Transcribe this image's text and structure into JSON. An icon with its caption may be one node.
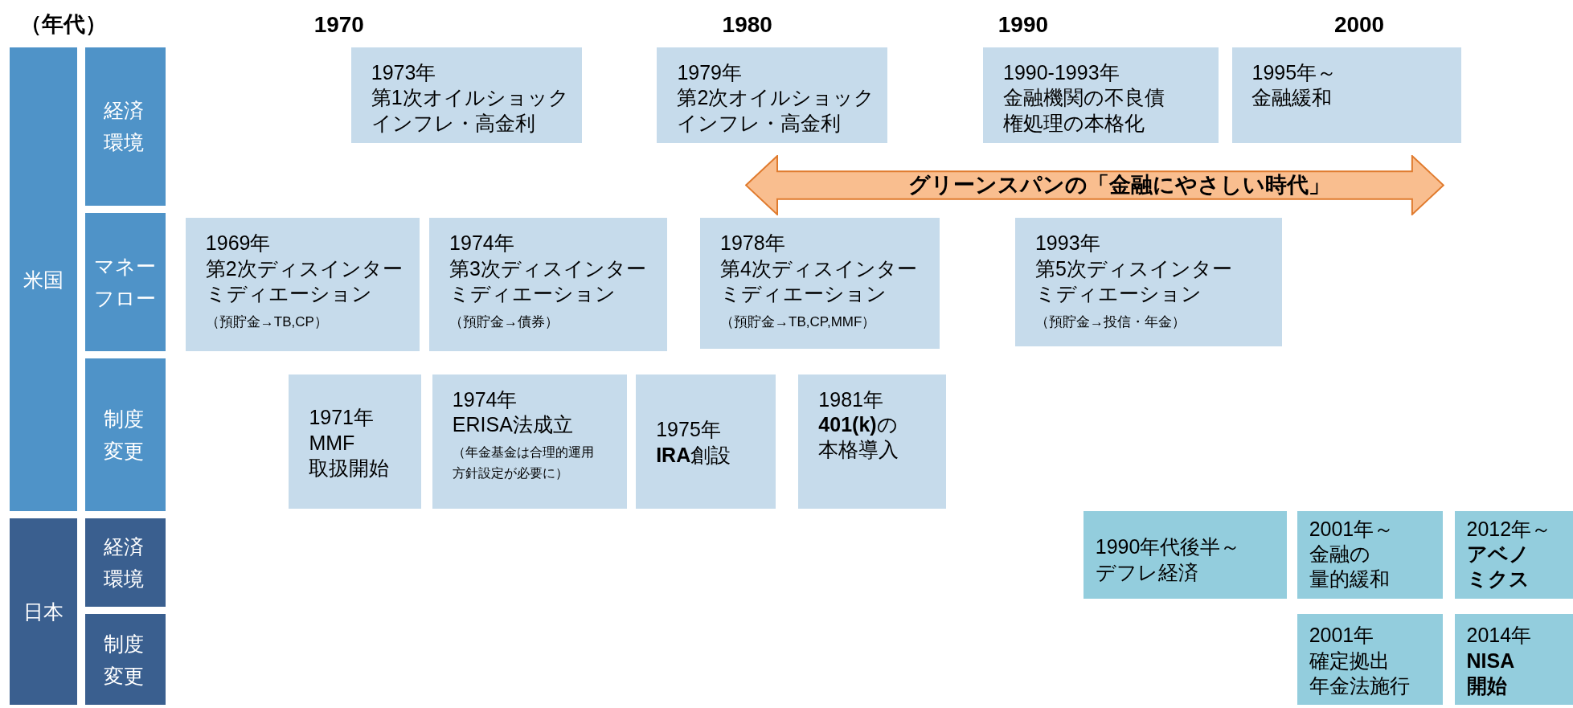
{
  "diagram": {
    "nodes": [
      {
        "text": [
          "米国"
        ]
      },
      {
        "text": [
          "経済環境"
        ]
      },
      {
        "text": [
          "1973年",
          "第1次オイルショック",
          "インフレ・高金利"
        ]
      },
      {
        "text": [
          "1979年",
          "第2次オイルショック",
          "インフレ・高金利"
        ]
      },
      {
        "text": [
          "1990-1993年",
          "金融機関の不良債権処理の本格化"
        ]
      },
      {
        "text": [
          "1995年～",
          "金融緩和"
        ]
      },
      {
        "text": [
          "グリーンスパンの「金融にやさしい時代」"
        ]
      },
      {
        "text": [
          "マネーフロー"
        ]
      },
      {
        "text": [
          "1969年",
          "第2次ディスインターミディエーション",
          "（預貯金→TB,CP）"
        ]
      },
      {
        "text": [
          "1974年",
          "第3次ディスインターミディエーション",
          "（預貯金→債券）"
        ]
      },
      {
        "text": [
          "1978年",
          "第4次ディスインターミディエーション",
          "（預貯金→TB,CP,MMF）"
        ]
      },
      {
        "text": [
          "1993年",
          "第5次ディスインターミディエーション",
          "（預貯金→投信・年金）"
        ]
      },
      {
        "text": [
          "制度変更"
        ]
      },
      {
        "text": [
          "1971年",
          "MMF",
          "取扱開始"
        ]
      },
      {
        "text": [
          "1974年",
          "ERISA法成立",
          "（年金基金は合理的運用方針設定が必要に）"
        ]
      },
      {
        "text": [
          "1975年",
          "**IRA**創設"
        ]
      },
      {
        "text": [
          "1981年",
          "**401(k)**の本格導入"
        ]
      },
      {
        "text": [
          "日本"
        ]
      },
      {
        "text": [
          "経済環境"
        ]
      },
      {
        "text": [
          "1990年代後半～",
          "デフレ経済"
        ]
      },
      {
        "text": [
          "2001年～",
          "金融の",
          "量的緩和"
        ]
      },
      {
        "text": [
          "2012年～",
          "アベノミクス"
        ]
      },
      {
        "text": [
          "制度変更"
        ]
      },
      {
        "text": [
          "2001年",
          "確定拠出",
          "年金法施行"
        ]
      },
      {
        "text": [
          "2014年",
          "**NISA**開始"
        ]
      }
    ],
    "labels": [
      "（年代）",
      "1970",
      "1980",
      "1990",
      "2000"
    ]
  }
}
